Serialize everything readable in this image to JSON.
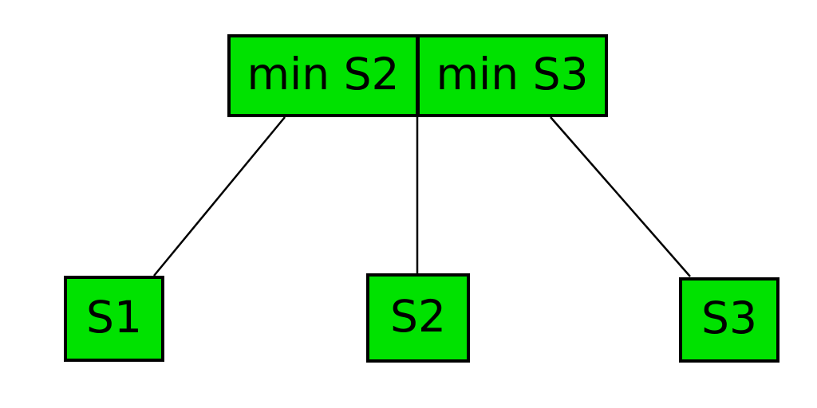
{
  "diagram": {
    "type": "tree",
    "colors": {
      "node_fill": "#00e200",
      "node_border": "#000000",
      "edge": "#000000",
      "background": "#ffffff"
    },
    "root": {
      "cells": [
        {
          "label": "min S2"
        },
        {
          "label": "min S3"
        }
      ]
    },
    "leaves": [
      {
        "label": "S1"
      },
      {
        "label": "S2"
      },
      {
        "label": "S3"
      }
    ],
    "edges": [
      {
        "from": "root-cell-min-s2",
        "to": "leaf-s1"
      },
      {
        "from": "root-divider",
        "to": "leaf-s2"
      },
      {
        "from": "root-cell-min-s3",
        "to": "leaf-s3"
      }
    ]
  }
}
